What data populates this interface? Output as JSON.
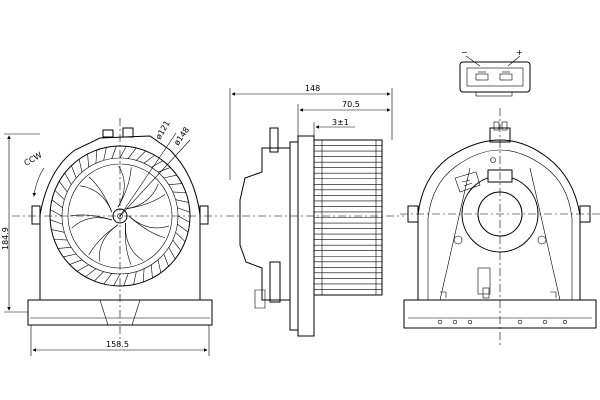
{
  "views": {
    "front": {
      "dim_width": "158.5",
      "dim_height": "184.9",
      "dim_dia_inner": "ø121",
      "dim_dia_outer": "ø148",
      "rotation": "CCW"
    },
    "side": {
      "dim_total": "148",
      "dim_wheel": "70.5",
      "dim_offset": "3±1"
    },
    "rear": {
      "connector_minus": "−",
      "connector_plus": "+"
    }
  },
  "colors": {
    "line": "#000000",
    "background": "#ffffff"
  }
}
